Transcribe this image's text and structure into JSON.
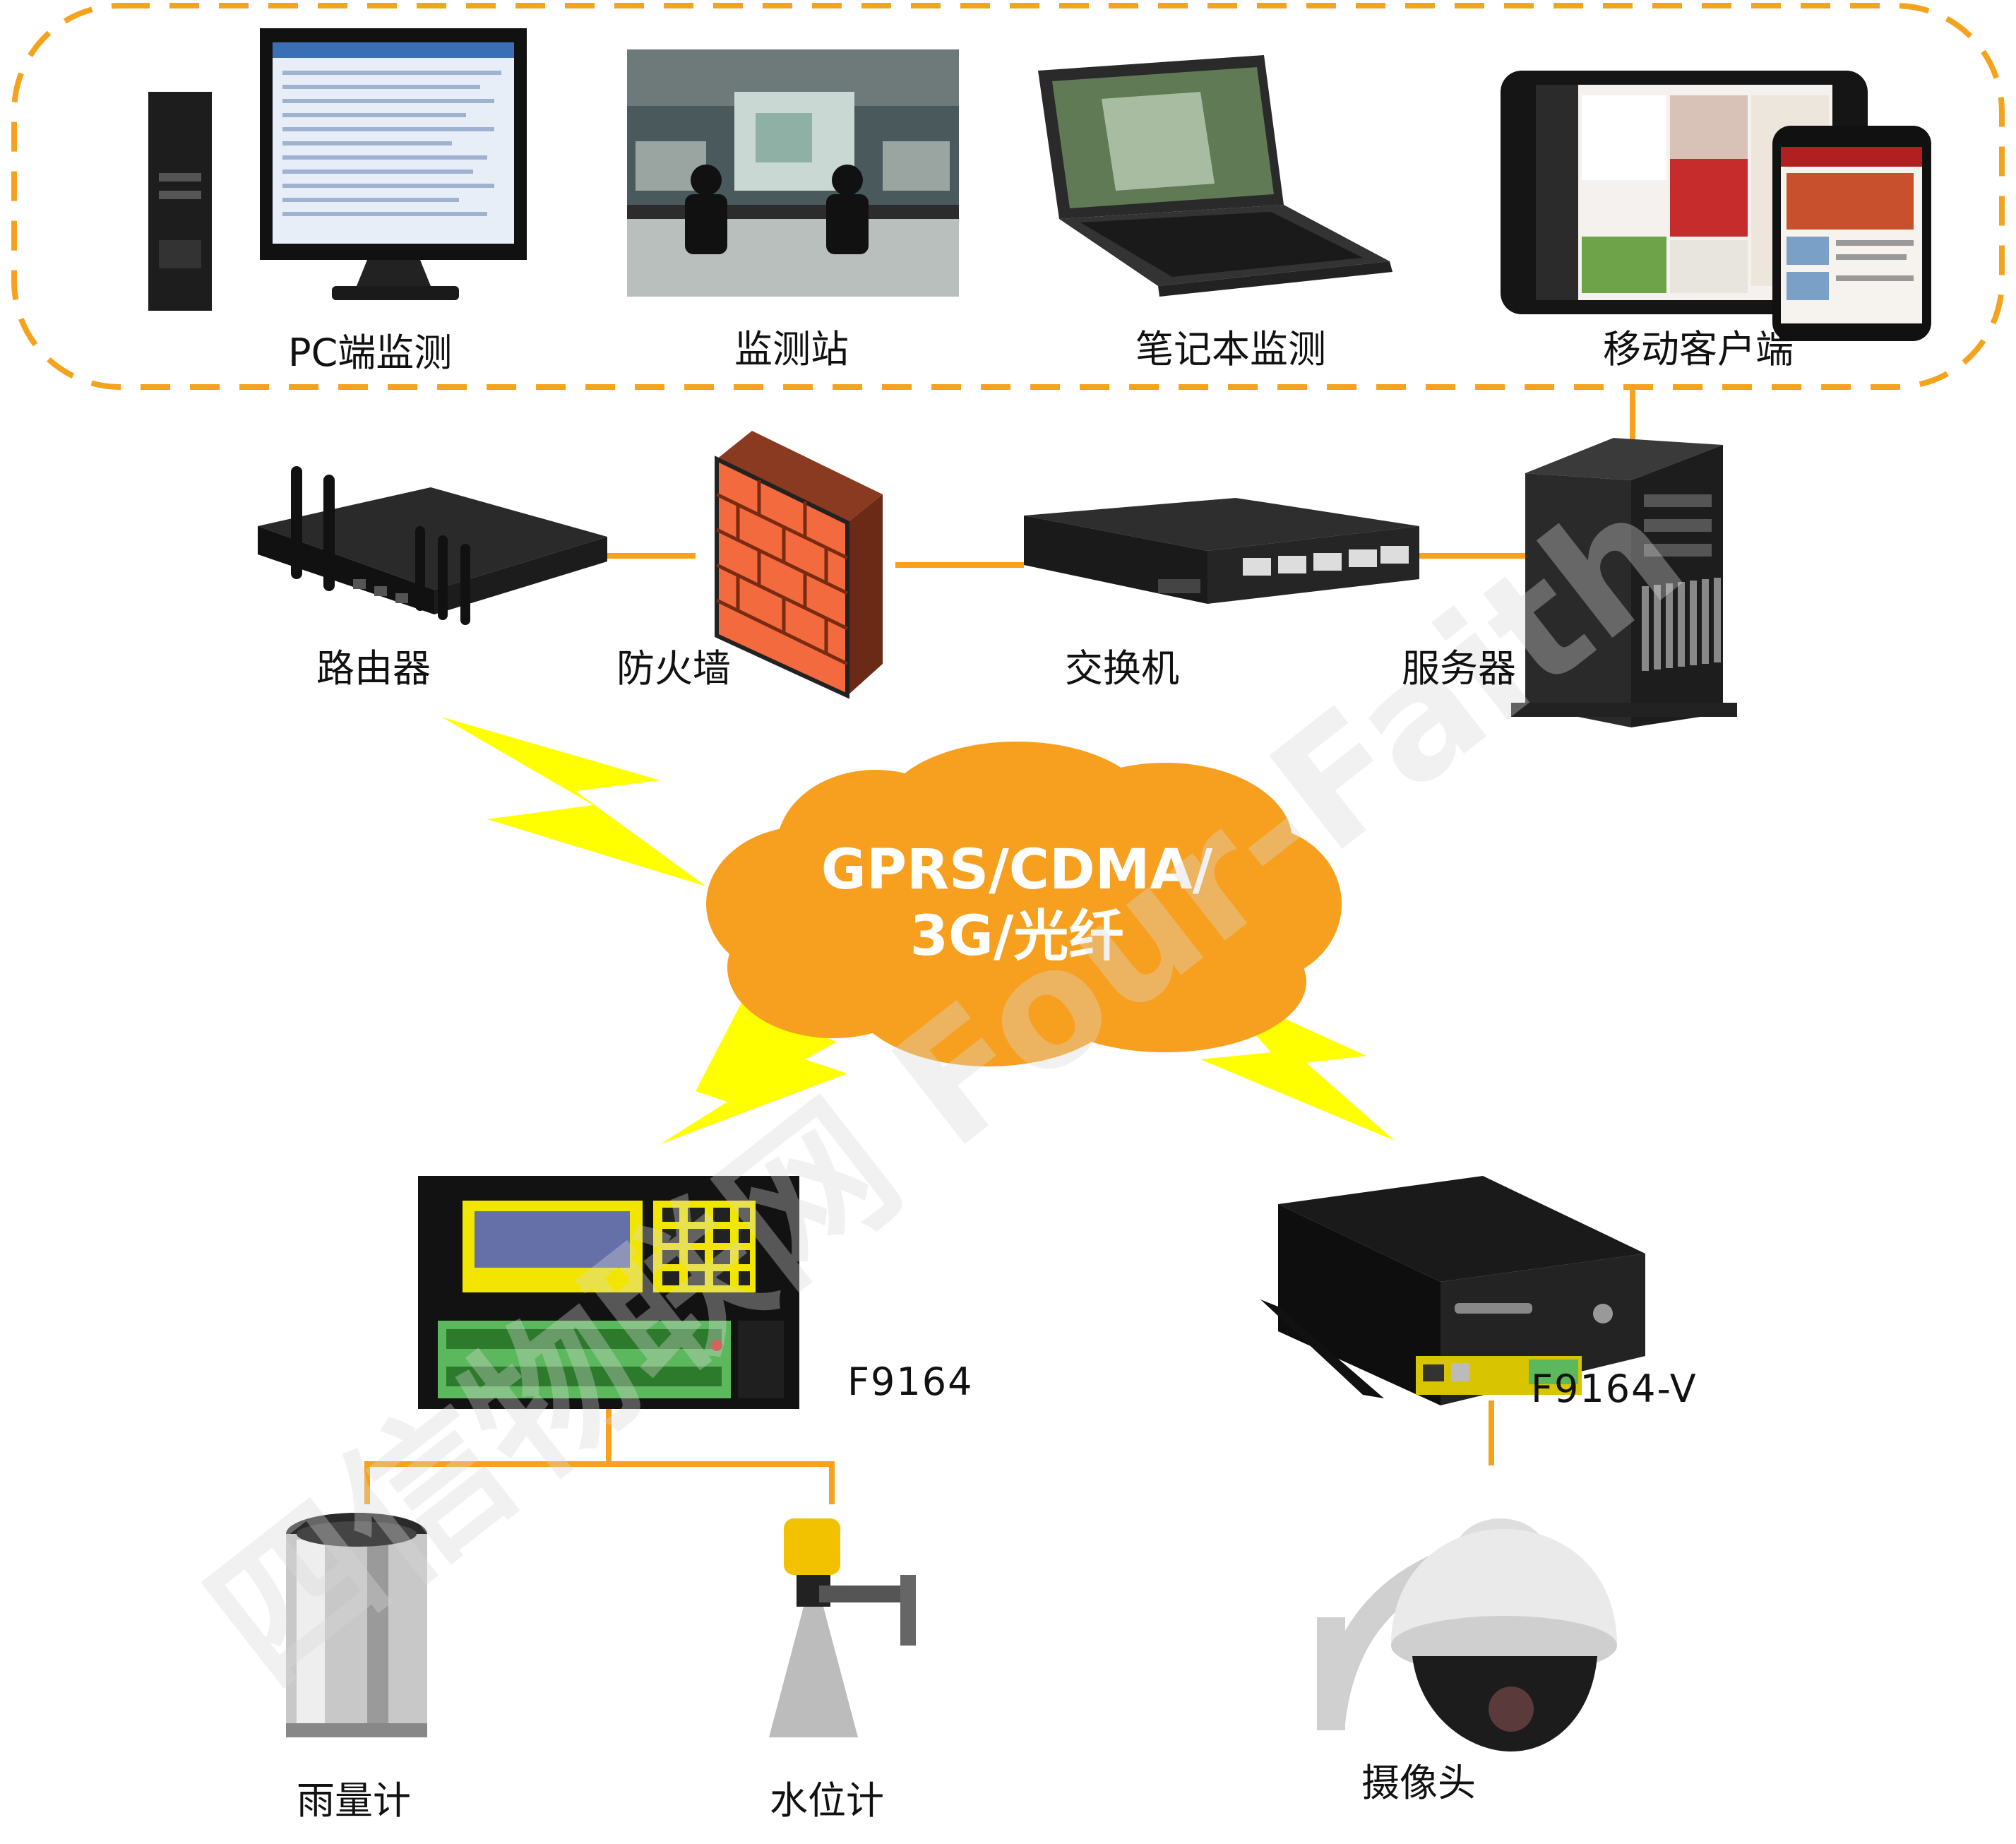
{
  "colors": {
    "link": "#f5a21c",
    "cloud": "#f7a01f",
    "dash_border": "#f5a21c",
    "lightning": "#ffff00",
    "firewall": "#f26a3d",
    "watermark": "#d9d9d9"
  },
  "monitoring": {
    "pc_label": "PC端监测",
    "station_label": "监测站",
    "laptop_label": "笔记本监测",
    "mobile_label": "移动客户端"
  },
  "network": {
    "router_label": "路由器",
    "firewall_label": "防火墙",
    "switch_label": "交换机",
    "server_label": "服务器"
  },
  "cloud": {
    "line1": "GPRS/CDMA/",
    "line2": "3G/光纤"
  },
  "devices": {
    "rtu_label": "F9164",
    "dvr_label": "F9164-V"
  },
  "sensors": {
    "rain_label": "雨量计",
    "water_label": "水位计",
    "camera_label": "摄像头"
  },
  "watermark": {
    "text": "四信物联网  Four-Faith"
  }
}
